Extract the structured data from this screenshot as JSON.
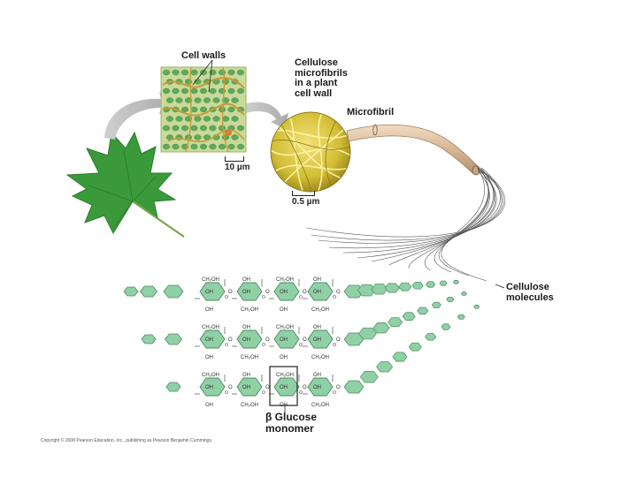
{
  "labels": {
    "cell_walls": "Cell walls",
    "microfibrils_line1": "Cellulose",
    "microfibrils_line2": "microfibrils",
    "microfibrils_line3": "in a plant",
    "microfibrils_line4": "cell wall",
    "microfibril": "Microfibril",
    "cellulose_molecules_line1": "Cellulose",
    "cellulose_molecules_line2": "molecules",
    "beta_glucose_line1": "β Glucose",
    "beta_glucose_line2": "monomer"
  },
  "scale_bars": {
    "cells": "10 µm",
    "microfibrils": "0.5 µm"
  },
  "chem_labels": {
    "ch2oh": "CH₂OH",
    "oh": "OH",
    "o": "O"
  },
  "copyright": "Copyright © 2008 Pearson Education, Inc., publishing as Pearson Benjamin Cummings.",
  "colors": {
    "leaf": "#3a9a3a",
    "ring": "#8fd0a4",
    "micrograph_bg": "#c8d99a",
    "microfibril_gold": "#d6c23a",
    "fiber_tan": "#d9b99a"
  }
}
